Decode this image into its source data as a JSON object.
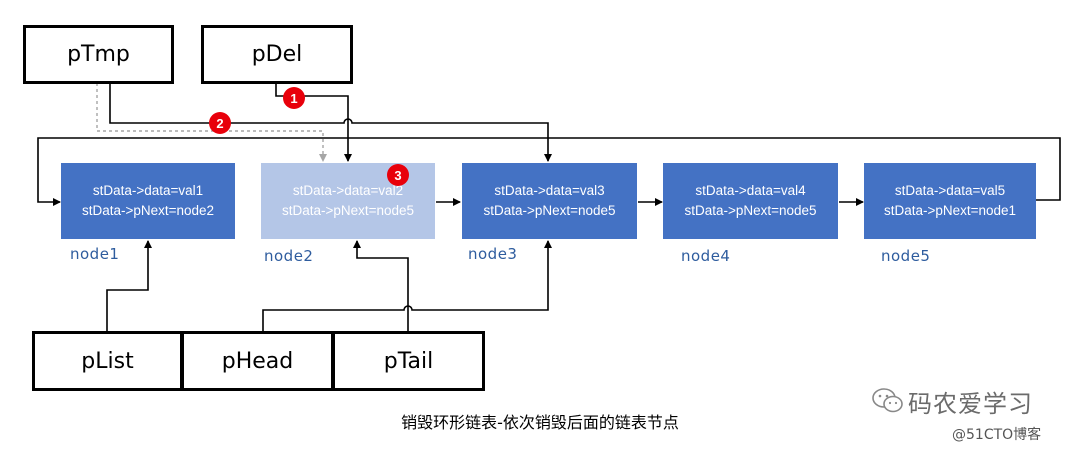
{
  "pointers": {
    "ptmp": "pTmp",
    "pdel": "pDel",
    "plist": "pList",
    "phead": "pHead",
    "ptail": "pTail"
  },
  "nodes": [
    {
      "name": "node1",
      "line1": "stData->data=val1",
      "line2": "stData->pNext=node2",
      "state": "normal"
    },
    {
      "name": "node2",
      "line1": "stData->data=val2",
      "line2": "stData->pNext=node5",
      "state": "faded"
    },
    {
      "name": "node3",
      "line1": "stData->data=val3",
      "line2": "stData->pNext=node5",
      "state": "normal"
    },
    {
      "name": "node4",
      "line1": "stData->data=val4",
      "line2": "stData->pNext=node5",
      "state": "normal"
    },
    {
      "name": "node5",
      "line1": "stData->data=val5",
      "line2": "stData->pNext=node1",
      "state": "normal"
    }
  ],
  "steps": [
    "1",
    "2",
    "3"
  ],
  "caption": "销毁环形链表-依次销毁后面的链表节点",
  "watermark": {
    "main": "码农爱学习",
    "sub": "@51CTO博客"
  },
  "colors": {
    "node_fill": "#4472c4",
    "node_faded_fill": "#b4c6e7",
    "node_label": "#2e5c9e",
    "badge": "#e8000b",
    "dashed_arrow": "#a6a6a6"
  }
}
